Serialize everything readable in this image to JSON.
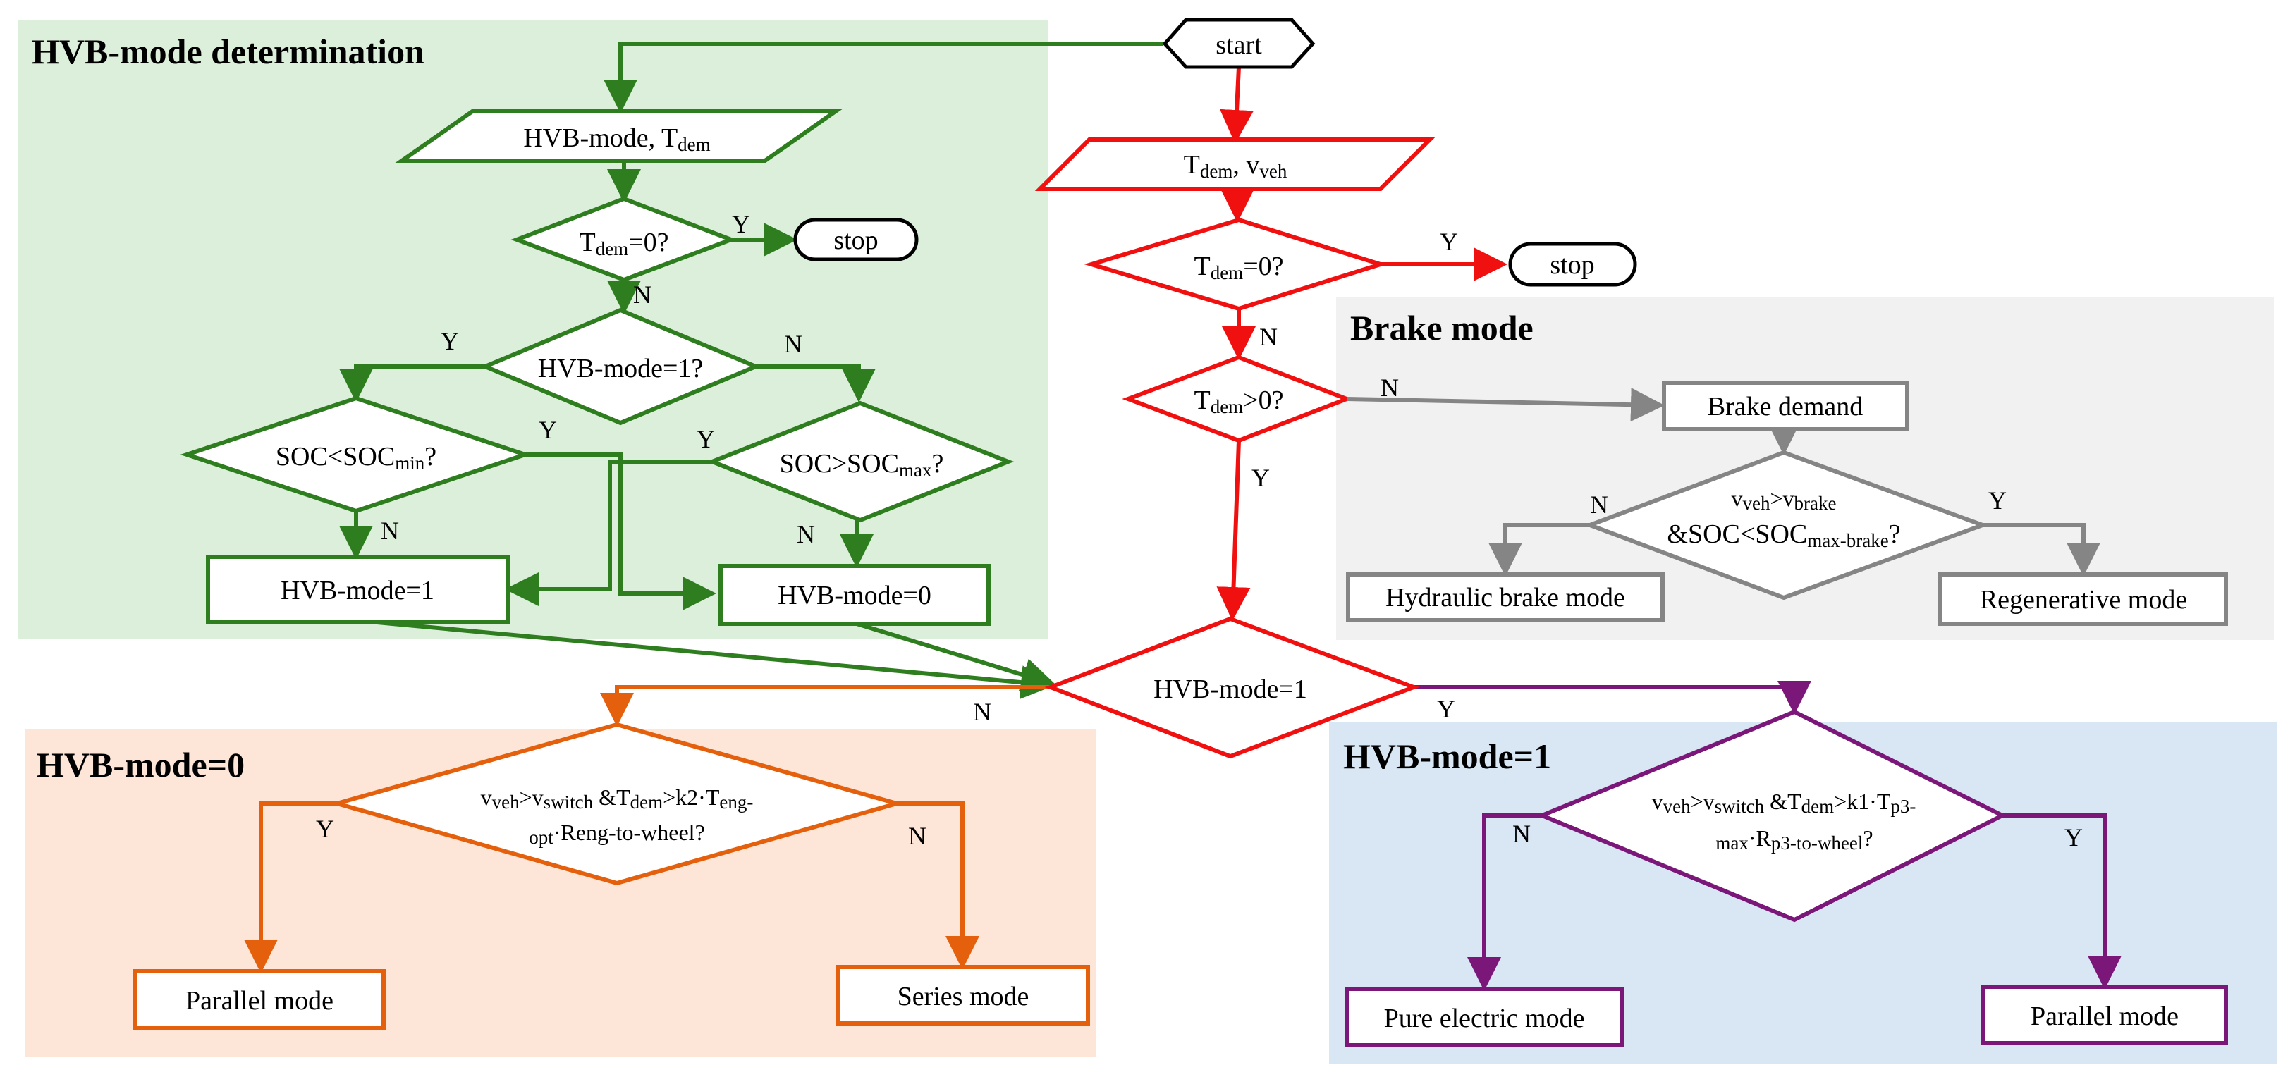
{
  "colors": {
    "green": "#2e7d1f",
    "red": "#f01010",
    "gray": "#858585",
    "orange": "#e4600c",
    "purple": "#7a1779",
    "black": "#000000",
    "bg_green": "#dcefda",
    "bg_gray": "#f1f1f1",
    "bg_orange": "#fde6d8",
    "bg_blue": "#d9e7f5"
  },
  "sections": {
    "hvb_determination": "HVB-mode determination",
    "brake": "Brake mode",
    "hvb0": "HVB-mode=0",
    "hvb1": "HVB-mode=1"
  },
  "nodes": {
    "start": "start",
    "stop": "stop",
    "t": "T",
    "dem": "dem",
    "v": "v",
    "veh": "veh",
    "comma": ", ",
    "hvb_mode_comma": "HVB-mode, ",
    "eq0_q": "=0?",
    "gt0_q": ">0?",
    "hvb_mode1_q": "HVB-mode=1?",
    "soc_lt": "SOC<SOC",
    "min_sub": "min",
    "soc_gt": "SOC>SOC",
    "max_sub": "max",
    "q": "?",
    "hvb_mode_1": "HVB-mode=1",
    "hvb_mode_0": "HVB-mode=0",
    "brake_demand": "Brake demand",
    "brake_sub": "brake",
    "gt": ">",
    "and_soc_lt": "&SOC<SOC",
    "max_brake_sub": "max-brake",
    "hydraulic": "Hydraulic brake mode",
    "regenerative": "Regenerative mode",
    "switch_sub": "switch",
    "and_t": " &T",
    "k2": ">k2·T",
    "eng_sub": "eng-",
    "opt_sub": "opt",
    "r_eng": "·Reng-to-wheel?",
    "k1": ">k1·T",
    "p3_sub": "p3-",
    "max_r": "·R",
    "p3_wheel_sub": "p3-to-wheel",
    "parallel": "Parallel mode",
    "series": "Series mode",
    "pure_electric": "Pure electric mode"
  },
  "labels": {
    "yes": "Y",
    "no": "N"
  }
}
